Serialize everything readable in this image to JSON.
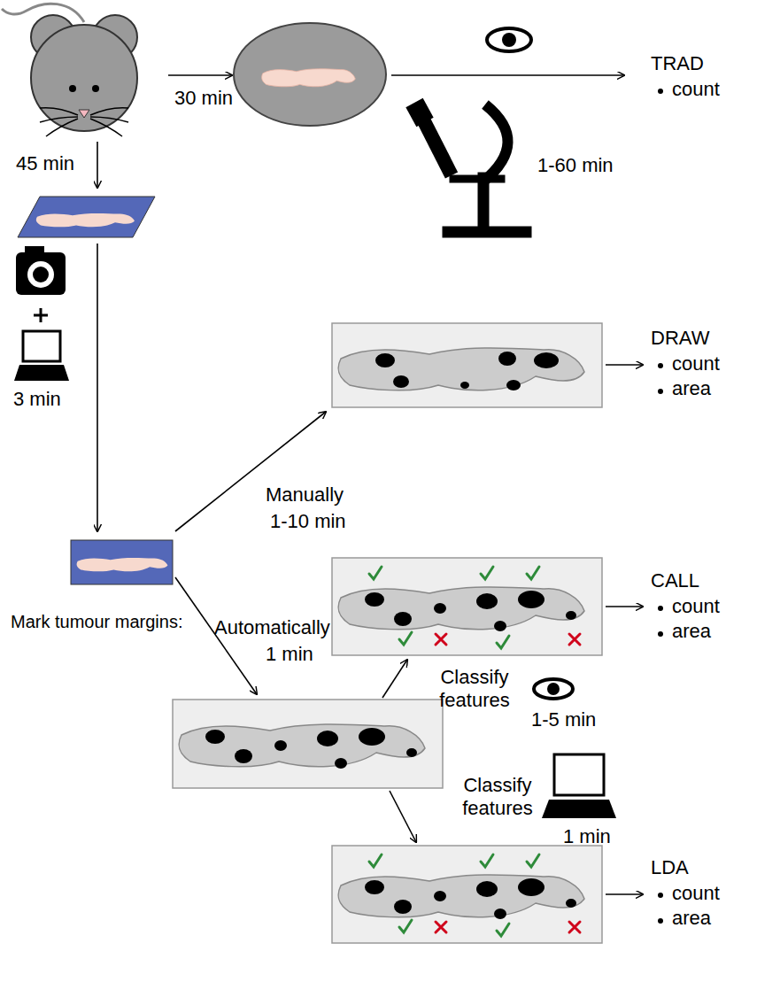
{
  "diagram": {
    "nodes": [
      {
        "text": [
          "TRAD",
          "count"
        ]
      },
      {
        "text": [
          "DRAW",
          "count",
          "area"
        ]
      },
      {
        "text": [
          "CALL",
          "count",
          "area"
        ]
      },
      {
        "text": [
          "LDA",
          "count",
          "area"
        ]
      }
    ],
    "labels": [
      "30 min",
      "1-60 min",
      "45 min",
      "3 min",
      "Manually",
      "1-10 min",
      "Mark tumour margins:",
      "Automatically",
      "1 min",
      "Classify features",
      "1-5 min",
      "Classify features",
      "1 min"
    ]
  }
}
